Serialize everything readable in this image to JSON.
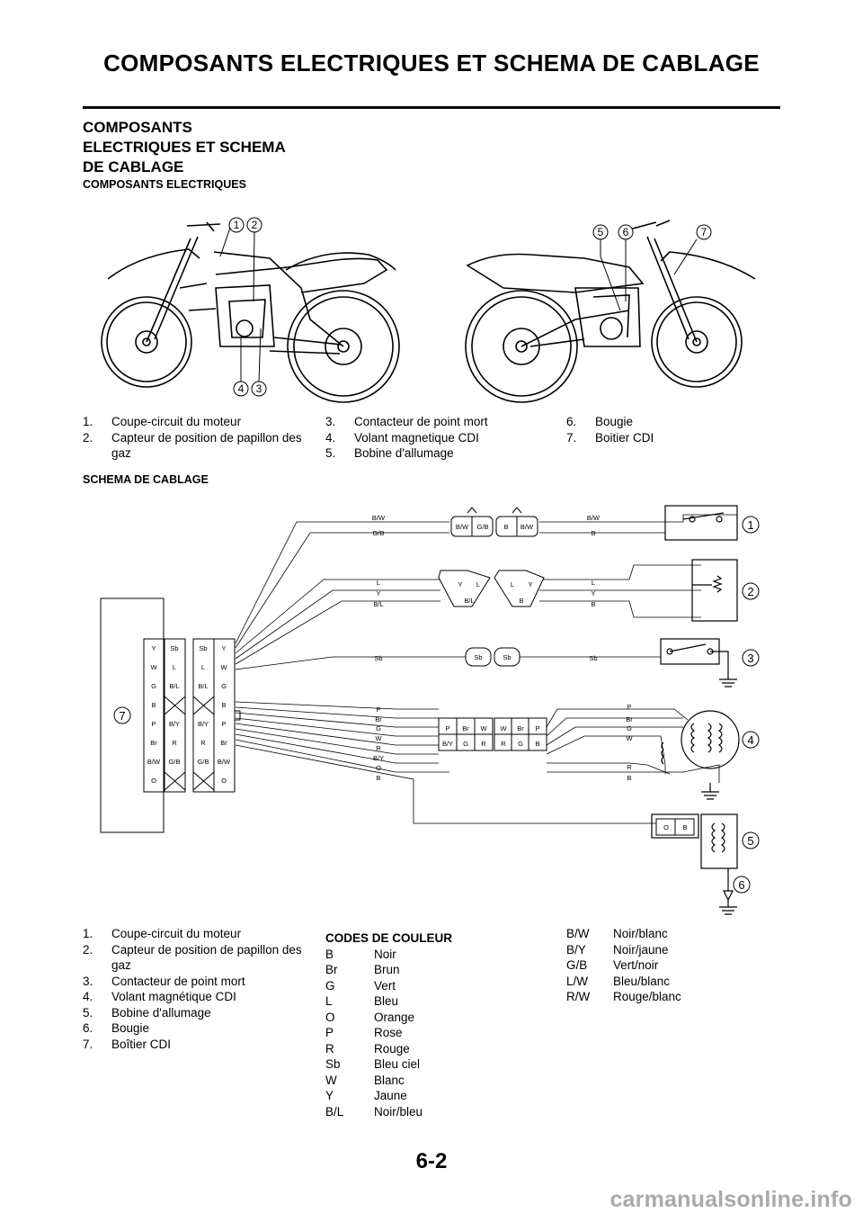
{
  "header": {
    "title": "COMPOSANTS ELECTRIQUES ET SCHEMA DE CABLAGE"
  },
  "section": {
    "title_lines": [
      "COMPOSANTS",
      "ELECTRIQUES ET SCHEMA",
      "DE CABLAGE"
    ],
    "subhead_components": "COMPOSANTS ELECTRIQUES",
    "subhead_wiring": "SCHEMA DE CABLAGE"
  },
  "motorcycle_callouts": {
    "left": [
      "1",
      "2",
      "3",
      "4"
    ],
    "right": [
      "5",
      "6",
      "7"
    ]
  },
  "components_legend": [
    {
      "num": "1.",
      "text": "Coupe-circuit du moteur"
    },
    {
      "num": "2.",
      "text": "Capteur de position de papillon des gaz"
    },
    {
      "num": "3.",
      "text": "Contacteur de point mort"
    },
    {
      "num": "4.",
      "text": "Volant magnetique CDI"
    },
    {
      "num": "5.",
      "text": "Bobine d'allumage"
    },
    {
      "num": "6.",
      "text": "Bougie"
    },
    {
      "num": "7.",
      "text": "Boitier CDI"
    }
  ],
  "wiring": {
    "callouts": [
      "1",
      "2",
      "3",
      "4",
      "5",
      "6",
      "7"
    ],
    "cdi_left_col": [
      "Y",
      "W",
      "G",
      "B",
      "P",
      "Br",
      "B/W",
      "O"
    ],
    "cdi_mid_col": [
      "Sb",
      "L",
      "B/L",
      "",
      "B/Y",
      "R",
      "G/B",
      ""
    ],
    "cdi2_left_col": [
      "Sb",
      "L",
      "B/L",
      "",
      "B/Y",
      "R",
      "G/B",
      ""
    ],
    "cdi2_right_col": [
      "Y",
      "W",
      "G",
      "B",
      "P",
      "Br",
      "B/W",
      "O"
    ],
    "group1_left": [
      "B/W",
      "G/B"
    ],
    "group1_conn_a": [
      "B/W",
      "G/B"
    ],
    "group1_conn_b": [
      "B",
      "B/W"
    ],
    "group1_right": [
      "B/W",
      "B"
    ],
    "group2_left": [
      "L",
      "Y",
      "B/L"
    ],
    "group2_conn_a": [
      "Y",
      "L",
      "B/L"
    ],
    "group2_conn_b": [
      "L",
      "Y",
      "B"
    ],
    "group2_right": [
      "L",
      "Y",
      "B"
    ],
    "group3_left": "Sb",
    "group3_conn": [
      "Sb",
      "Sb"
    ],
    "group3_right": "Sb",
    "group4_left": [
      "P",
      "Br",
      "G",
      "W",
      "R",
      "B/Y",
      "O",
      "B"
    ],
    "group4_conn_a_top": [
      "P",
      "Br",
      "W"
    ],
    "group4_conn_a_bot": [
      "B/Y",
      "G",
      "R"
    ],
    "group4_conn_b_top": [
      "W",
      "Br",
      "P"
    ],
    "group4_conn_b_bot": [
      "R",
      "G",
      "B"
    ],
    "group4_right": [
      "P",
      "Br",
      "G",
      "W",
      "R",
      "B"
    ],
    "group5_conn": [
      "O",
      "B"
    ]
  },
  "wiring_legend": [
    {
      "num": "1.",
      "text": "Coupe-circuit du moteur"
    },
    {
      "num": "2.",
      "text": "Capteur de position de papillon des gaz"
    },
    {
      "num": "3.",
      "text": "Contacteur de point mort"
    },
    {
      "num": "4.",
      "text": "Volant magnétique CDI"
    },
    {
      "num": "5.",
      "text": "Bobine d'allumage"
    },
    {
      "num": "6.",
      "text": "Bougie"
    },
    {
      "num": "7.",
      "text": "Boîtier CDI"
    }
  ],
  "color_codes_title": "CODES DE COULEUR",
  "color_codes": [
    {
      "code": "B",
      "name": "Noir"
    },
    {
      "code": "Br",
      "name": "Brun"
    },
    {
      "code": "G",
      "name": "Vert"
    },
    {
      "code": "L",
      "name": "Bleu"
    },
    {
      "code": "O",
      "name": "Orange"
    },
    {
      "code": "P",
      "name": "Rose"
    },
    {
      "code": "R",
      "name": "Rouge"
    },
    {
      "code": "Sb",
      "name": "Bleu ciel"
    },
    {
      "code": "W",
      "name": "Blanc"
    },
    {
      "code": "Y",
      "name": "Jaune"
    },
    {
      "code": "B/L",
      "name": "Noir/bleu"
    }
  ],
  "color_codes_2": [
    {
      "code": "B/W",
      "name": "Noir/blanc"
    },
    {
      "code": "B/Y",
      "name": "Noir/jaune"
    },
    {
      "code": "G/B",
      "name": "Vert/noir"
    },
    {
      "code": "L/W",
      "name": "Bleu/blanc"
    },
    {
      "code": "R/W",
      "name": "Rouge/blanc"
    }
  ],
  "page_number": "6-2",
  "watermark": "carmanualsonline.info"
}
